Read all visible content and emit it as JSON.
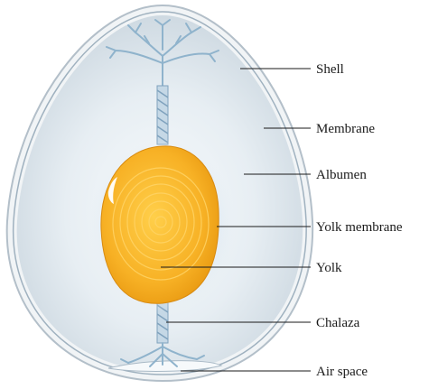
{
  "labels": {
    "shell": "Shell",
    "membrane": "Membrane",
    "albumen": "Albumen",
    "yolk_membrane": "Yolk membrane",
    "yolk": "Yolk",
    "chalaza": "Chalaza",
    "air_space": "Air space"
  },
  "colors": {
    "shell": "#d6dde3",
    "membrane": "#b9c6d0",
    "albumen": "#e4ebf0",
    "yolk": "#f5ad1e",
    "yolk_light": "#ffd45e",
    "chalaza": "#8fb3cc"
  }
}
